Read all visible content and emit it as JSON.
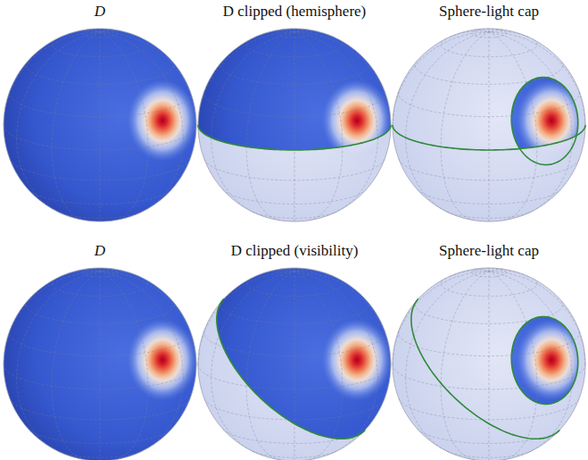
{
  "diagram": {
    "labels": [
      "D",
      "D clipped (hemisphere)",
      "Sphere-light cap",
      "D",
      "D clipped (visibility)",
      "Sphere-light cap"
    ]
  }
}
